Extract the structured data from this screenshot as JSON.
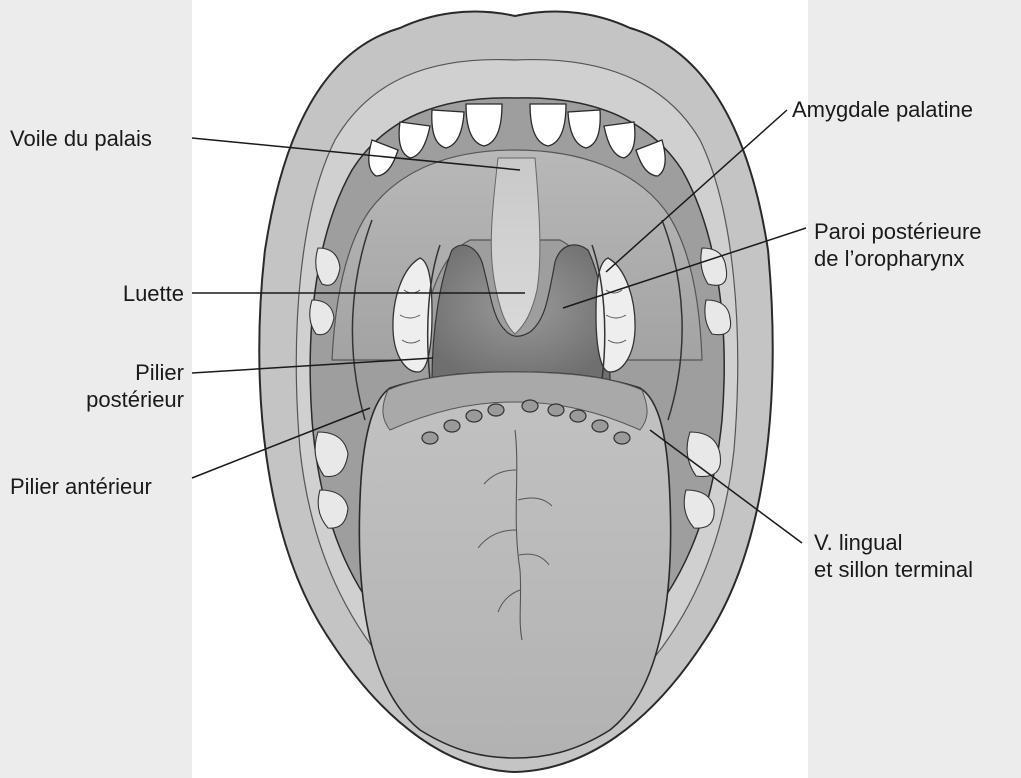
{
  "labels": {
    "voile_du_palais": "Voile du palais",
    "luette": "Luette",
    "pilier_posterieur": [
      "Pilier",
      "postérieur"
    ],
    "pilier_anterieur": "Pilier antérieur",
    "amygdale_palatine": "Amygdale palatine",
    "paroi_posterieure": [
      "Paroi postérieure",
      "de l’oropharynx"
    ],
    "v_lingual": [
      "V. lingual",
      "et sillon terminal"
    ]
  }
}
